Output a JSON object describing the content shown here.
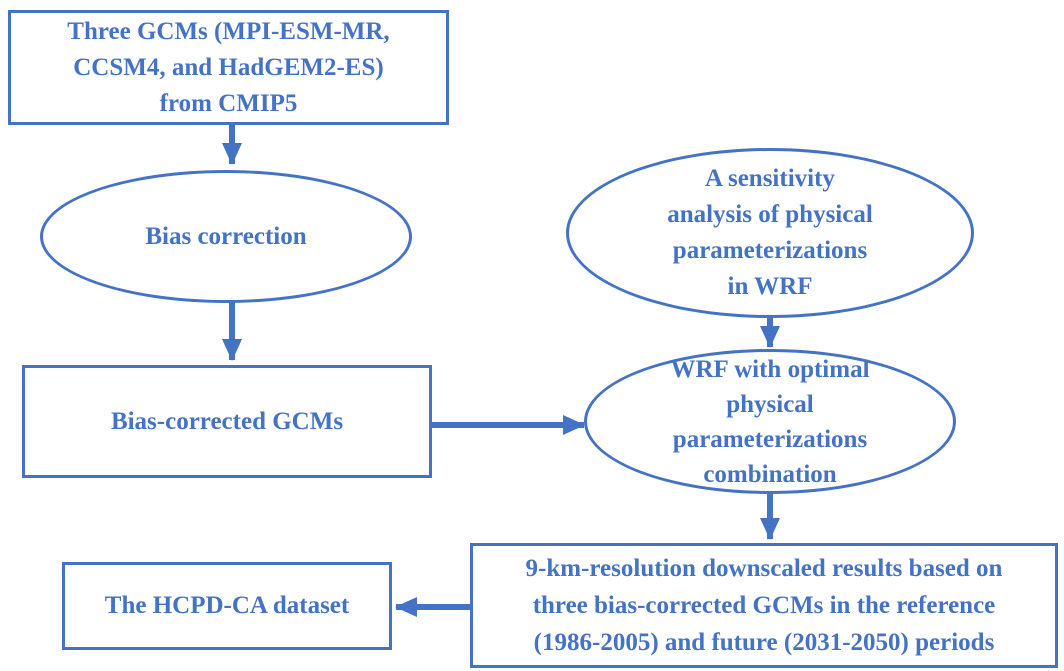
{
  "colors": {
    "accent": "#4472C4",
    "background": "#FFFFFF"
  },
  "diagram": {
    "type": "flowchart",
    "nodes": [
      {
        "id": "gcms",
        "shape": "rectangle",
        "label": [
          "Three GCMs (MPI-ESM-MR,",
          "CCSM4, and HadGEM2-ES)",
          "from CMIP5"
        ]
      },
      {
        "id": "bias-correction",
        "shape": "ellipse",
        "label": [
          "Bias correction"
        ]
      },
      {
        "id": "bias-corrected-gcms",
        "shape": "rectangle",
        "label": [
          "Bias-corrected GCMs"
        ]
      },
      {
        "id": "sensitivity-analysis",
        "shape": "ellipse",
        "label": [
          "A sensitivity",
          "analysis of physical",
          "parameterizations",
          "in WRF"
        ]
      },
      {
        "id": "wrf-optimal",
        "shape": "ellipse",
        "label": [
          "WRF with optimal",
          "physical",
          "parameterizations",
          "combination"
        ]
      },
      {
        "id": "downscaled-results",
        "shape": "rectangle",
        "label": [
          "9-km-resolution downscaled results based on",
          "three bias-corrected GCMs in the reference",
          "(1986-2005) and future (2031-2050) periods"
        ]
      },
      {
        "id": "hcpd-dataset",
        "shape": "rectangle",
        "label": [
          "The HCPD-CA dataset"
        ]
      }
    ],
    "edges": [
      {
        "from": "gcms",
        "to": "bias-correction",
        "direction": "down"
      },
      {
        "from": "bias-correction",
        "to": "bias-corrected-gcms",
        "direction": "down"
      },
      {
        "from": "bias-corrected-gcms",
        "to": "wrf-optimal",
        "direction": "right"
      },
      {
        "from": "sensitivity-analysis",
        "to": "wrf-optimal",
        "direction": "down"
      },
      {
        "from": "wrf-optimal",
        "to": "downscaled-results",
        "direction": "down"
      },
      {
        "from": "downscaled-results",
        "to": "hcpd-dataset",
        "direction": "left"
      }
    ]
  }
}
